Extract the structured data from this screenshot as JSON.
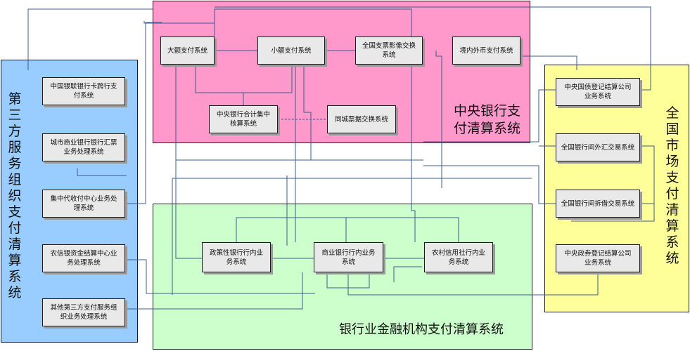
{
  "regions": {
    "central_bank": "中央银行支付清算系统",
    "central_bank_line1": "中央银行支",
    "central_bank_line2": "付清算系统",
    "banking": "银行业金融机构支付清算系统",
    "third_party": "第三方服务组织支付清算系统",
    "national_market": "全国市场支付清算系统"
  },
  "colors": {
    "central_bank": "#ff99cc",
    "banking": "#ccffcc",
    "third_party": "#99ccff",
    "national_market": "#ffff99"
  },
  "boxes": {
    "large_payment": "大额支付系统",
    "small_payment": "小额支付系统",
    "check_image_l1": "全国支票影像交换",
    "check_image_l2": "系统",
    "fx_payment": "境内外币支付系统",
    "central_settle_l1": "中央银行合计集中",
    "central_settle_l2": "核算系统",
    "city_clearing": "同城票据交换系统",
    "policy_bank_l1": "政策性银行行内业",
    "policy_bank_l2": "务系统",
    "commercial_bank_l1": "商业银行行内业务",
    "commercial_bank_l2": "系统",
    "rural_credit_l1": "农村信用社行内业",
    "rural_credit_l2": "务系统",
    "unionpay_l1": "中国银联银行卡跨行支",
    "unionpay_l2": "付系统",
    "city_draft_l1": "城市商业银行银行汇票",
    "city_draft_l2": "业务处理系统",
    "collection_l1": "集中代收付中心业务处",
    "collection_l2": "理系统",
    "rural_settle_l1": "农信银资金结算中心业",
    "rural_settle_l2": "务处理系统",
    "other_third_l1": "其他第三方支付服务组",
    "other_third_l2": "织业务处理系统",
    "gov_bond_l1": "中央国债登记结算公司",
    "gov_bond_l2": "业务系统",
    "fx_trading": "全国银行间外汇交易系统",
    "interbank_lending": "全国银行间拆借交易系统",
    "securities_settle_l1": "中央政券登记结算公司",
    "securities_settle_l2": "业务系统"
  }
}
